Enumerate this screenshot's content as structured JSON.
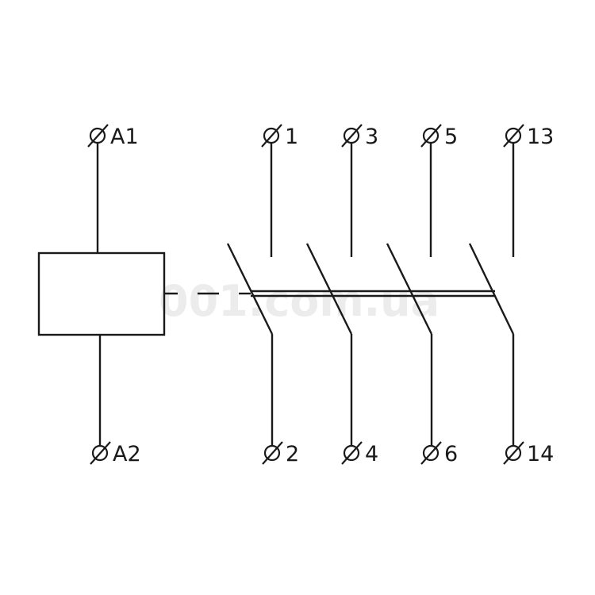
{
  "watermark": "001.com.ua",
  "colors": {
    "line": "#1a1a1a",
    "watermark": "#ececec",
    "background": "#ffffff"
  },
  "coil": {
    "top_terminal": "A1",
    "bottom_terminal": "A2"
  },
  "contacts": [
    {
      "top": "1",
      "bottom": "2"
    },
    {
      "top": "3",
      "bottom": "4"
    },
    {
      "top": "5",
      "bottom": "6"
    },
    {
      "top": "13",
      "bottom": "14"
    }
  ]
}
